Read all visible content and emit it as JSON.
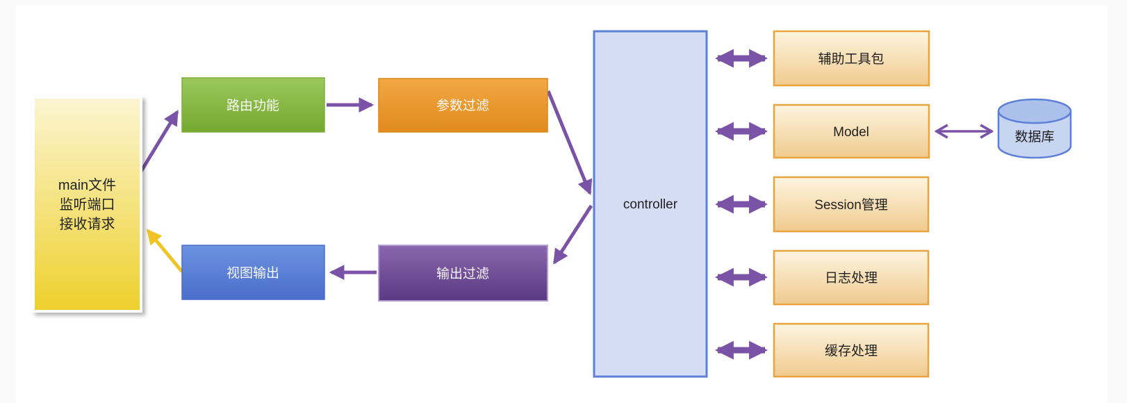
{
  "diagram": {
    "nodes": {
      "main": {
        "lines": [
          "main文件",
          "监听端口",
          "接收请求"
        ]
      },
      "route": {
        "label": "路由功能"
      },
      "param_filter": {
        "label": "参数过滤"
      },
      "view_output": {
        "label": "视图输出"
      },
      "output_filter": {
        "label": "输出过滤"
      },
      "controller": {
        "label": "controller"
      },
      "helper_tools": {
        "label": "辅助工具包"
      },
      "model": {
        "label": "Model"
      },
      "session": {
        "label": "Session管理"
      },
      "logging": {
        "label": "日志处理"
      },
      "cache": {
        "label": "缓存处理"
      },
      "database": {
        "label": "数据库"
      }
    },
    "edges": [
      {
        "from": "main",
        "to": "route",
        "type": "arrow",
        "color": "purple"
      },
      {
        "from": "route",
        "to": "param_filter",
        "type": "arrow",
        "color": "purple"
      },
      {
        "from": "param_filter",
        "to": "controller",
        "type": "arrow",
        "color": "purple"
      },
      {
        "from": "controller",
        "to": "output_filter",
        "type": "arrow",
        "color": "purple"
      },
      {
        "from": "output_filter",
        "to": "view_output",
        "type": "arrow",
        "color": "purple"
      },
      {
        "from": "view_output",
        "to": "main",
        "type": "arrow",
        "color": "gold"
      },
      {
        "from": "controller",
        "to": "helper_tools",
        "type": "bidirectional",
        "color": "purple"
      },
      {
        "from": "controller",
        "to": "model",
        "type": "bidirectional",
        "color": "purple"
      },
      {
        "from": "controller",
        "to": "session",
        "type": "bidirectional",
        "color": "purple"
      },
      {
        "from": "controller",
        "to": "logging",
        "type": "bidirectional",
        "color": "purple"
      },
      {
        "from": "controller",
        "to": "cache",
        "type": "bidirectional",
        "color": "purple"
      },
      {
        "from": "model",
        "to": "database",
        "type": "bidirectional",
        "color": "purple"
      }
    ],
    "colors": {
      "arrow_purple": "#7A52A6",
      "arrow_gold": "#EFC427",
      "node_yellow_top": "#FCF5D2",
      "node_yellow_bottom": "#EDD02C",
      "node_green_top": "#9CC75C",
      "node_green_bottom": "#74A830",
      "node_orange_top": "#F2A843",
      "node_orange_bottom": "#E18A1E",
      "node_blue_top": "#6C92E0",
      "node_blue_bottom": "#4A6ECC",
      "node_purple_top": "#8A67AE",
      "node_purple_bottom": "#5B3A84",
      "node_tan_top": "#FDF5E0",
      "node_tan_bottom": "#F0CA8E",
      "tan_border": "#E9A43D",
      "controller_fill": "#D5DDF5",
      "controller_border": "#5C80D6",
      "cylinder_fill": "#C7D5F2",
      "cylinder_top": "#ACC0EC"
    }
  }
}
